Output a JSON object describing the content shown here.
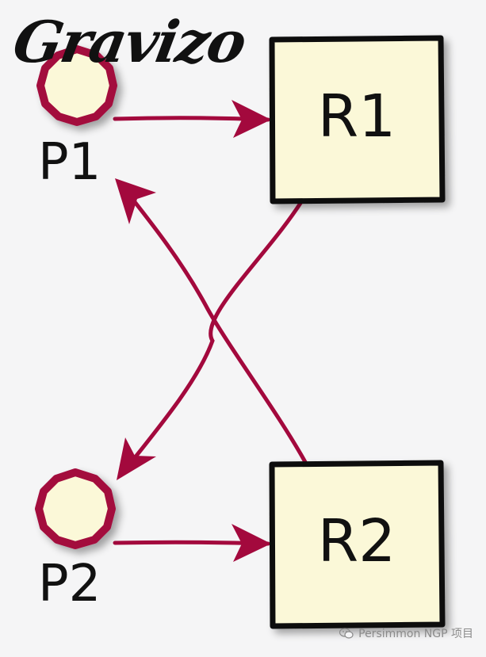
{
  "logo": {
    "text": "Gravizo"
  },
  "diagram": {
    "processes": [
      {
        "id": "P1",
        "label": "P1"
      },
      {
        "id": "P2",
        "label": "P2"
      }
    ],
    "resources": [
      {
        "id": "R1",
        "label": "R1"
      },
      {
        "id": "R2",
        "label": "R2"
      }
    ],
    "edges": [
      {
        "from": "P1",
        "to": "R1"
      },
      {
        "from": "R1",
        "to": "P2"
      },
      {
        "from": "P2",
        "to": "R2"
      },
      {
        "from": "R2",
        "to": "P1"
      }
    ]
  },
  "colors": {
    "node_fill": "#fbf8d8",
    "node_stroke": "#a3093d",
    "arrow": "#a3093d",
    "box_fill": "#fbf8d8",
    "box_stroke": "#111111"
  },
  "watermark": {
    "text": "Persimmon NGP 项目",
    "icon": "wechat-icon"
  }
}
